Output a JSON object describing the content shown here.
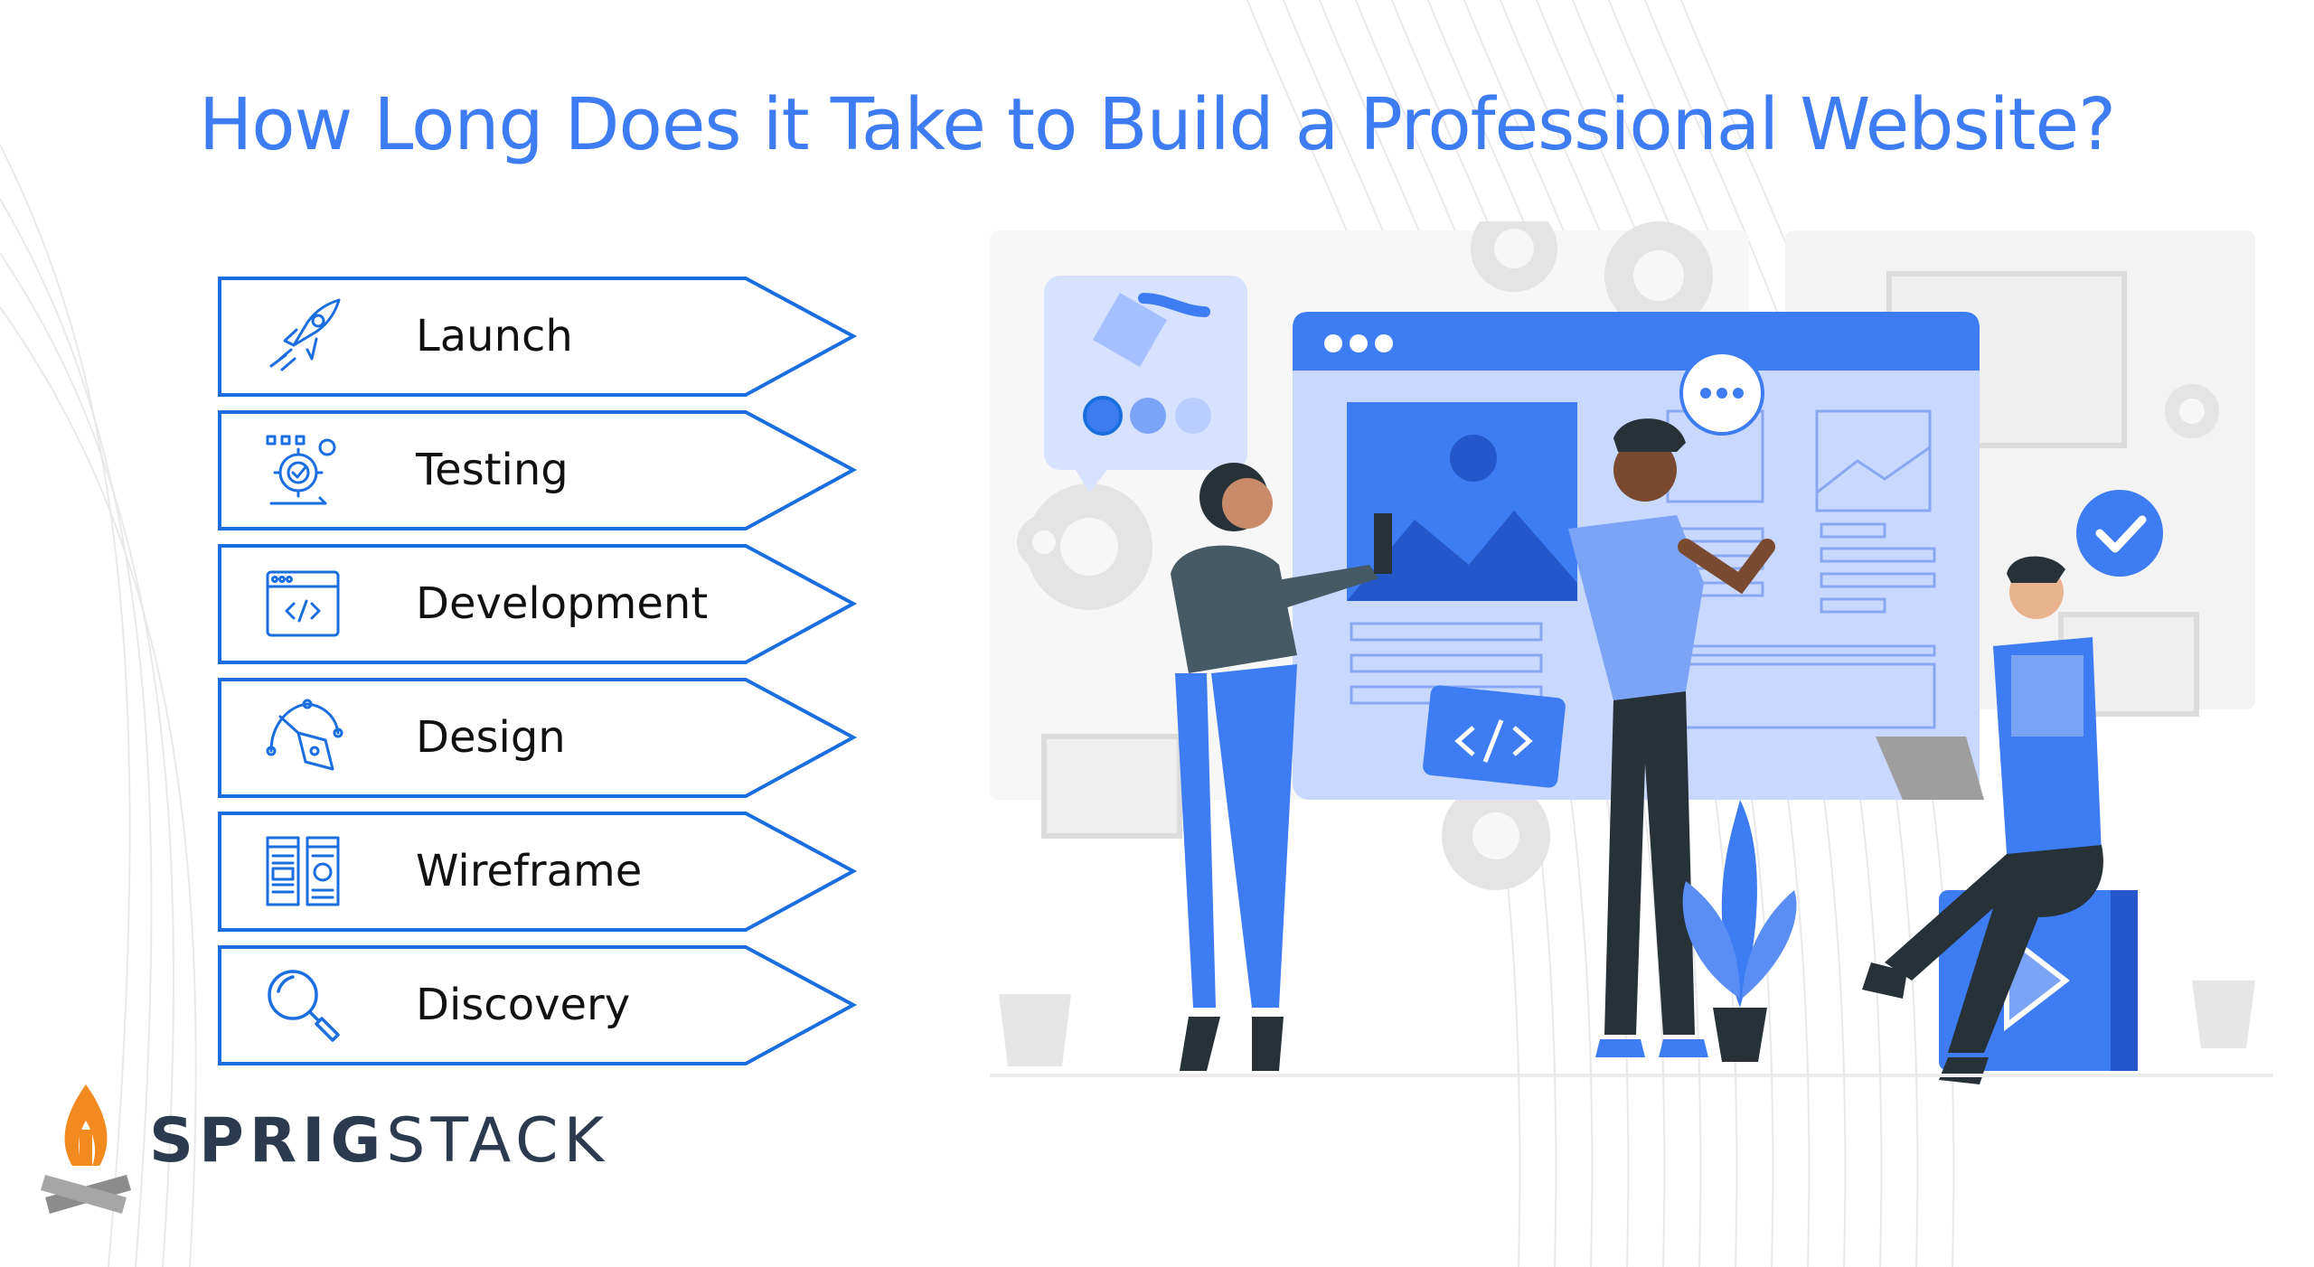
{
  "title": "How Long Does it Take to Build a Professional Website?",
  "steps": [
    {
      "label": "Launch",
      "icon": "rocket-icon"
    },
    {
      "label": "Testing",
      "icon": "testing-gear-icon"
    },
    {
      "label": "Development",
      "icon": "code-window-icon"
    },
    {
      "label": "Design",
      "icon": "pen-tool-icon"
    },
    {
      "label": "Wireframe",
      "icon": "wireframe-icon"
    },
    {
      "label": "Discovery",
      "icon": "magnifier-icon"
    }
  ],
  "logo": {
    "part1": "SPRIG",
    "part2": "STACK",
    "icon": "campfire-icon"
  },
  "colors": {
    "accent": "#3d7cf2",
    "stroke": "#1a6ee0",
    "dark": "#263238",
    "logo_orange": "#f28a20"
  }
}
